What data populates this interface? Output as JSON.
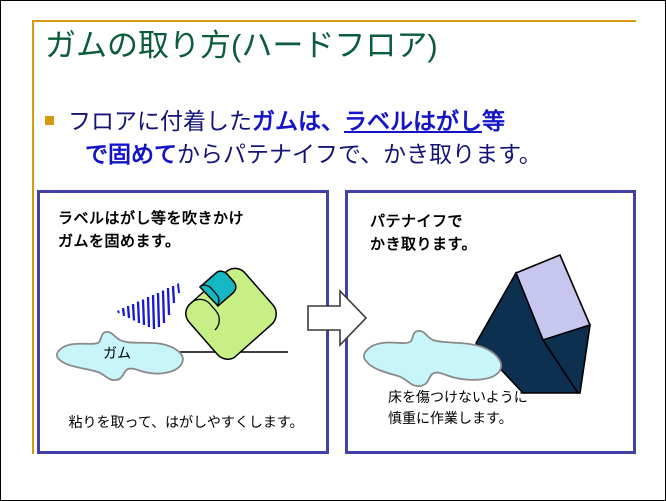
{
  "slide": {
    "title": "ガムの取り方(ハードフロア)",
    "accent_gold": "#d69a11",
    "title_color": "#0a5c3a",
    "panel_border_color": "#4141a6"
  },
  "body": {
    "bullet_icon": "square-bullet-icon",
    "line1": {
      "seg1": "フロアに付着した",
      "seg2_bold": "ガムは、",
      "seg3_bold_underline": "ラベルはがし",
      "seg4_bold": "等"
    },
    "line2": {
      "seg1_bold": "で固めて",
      "seg2": "からパテナイフで、かき取ります。"
    }
  },
  "panels": [
    {
      "id": "left",
      "heading_line1": "ラベルはがし等を吹きかけ",
      "heading_line2": "ガムを固めます。",
      "caption": "粘りを取って、はがしやすくします。",
      "illustration": {
        "name": "spray-can-on-gum-illustration",
        "gum_label": "ガム",
        "can_color": "#c6ef86",
        "nozzle_color": "#15b7c2",
        "spray_color": "#1717d4",
        "gum_color": "#c8f5fa"
      }
    },
    {
      "id": "right",
      "heading_line1": "パテナイフで",
      "heading_line2": "かき取ります。",
      "caption_line1": "床を傷つけないように",
      "caption_line2": "慎重に作業します。",
      "illustration": {
        "name": "putty-knife-scraping-gum-illustration",
        "handle_color": "#c6c6ee",
        "blade_color": "#0d3050",
        "gum_color": "#c8f5fa"
      }
    }
  ],
  "arrow": {
    "name": "right-arrow-icon",
    "fill": "#ffffff",
    "stroke": "#3a3a3a"
  }
}
